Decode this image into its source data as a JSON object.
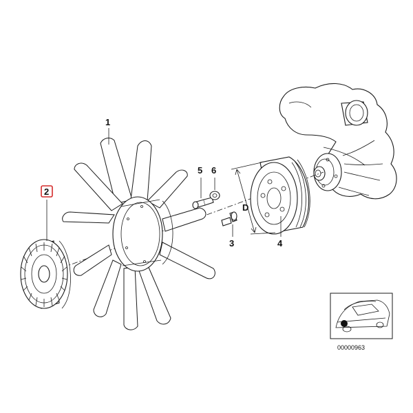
{
  "callouts": {
    "fan": "1",
    "viscous_clutch": "2",
    "bolt": "3",
    "pulley": "4",
    "screw": "5",
    "washer": "6",
    "dimension": "D"
  },
  "inset": {
    "ref_code": "00000963"
  },
  "colors": {
    "line": "#1a1a1a",
    "highlight_box": "#d42a2a",
    "background": "#ffffff"
  }
}
